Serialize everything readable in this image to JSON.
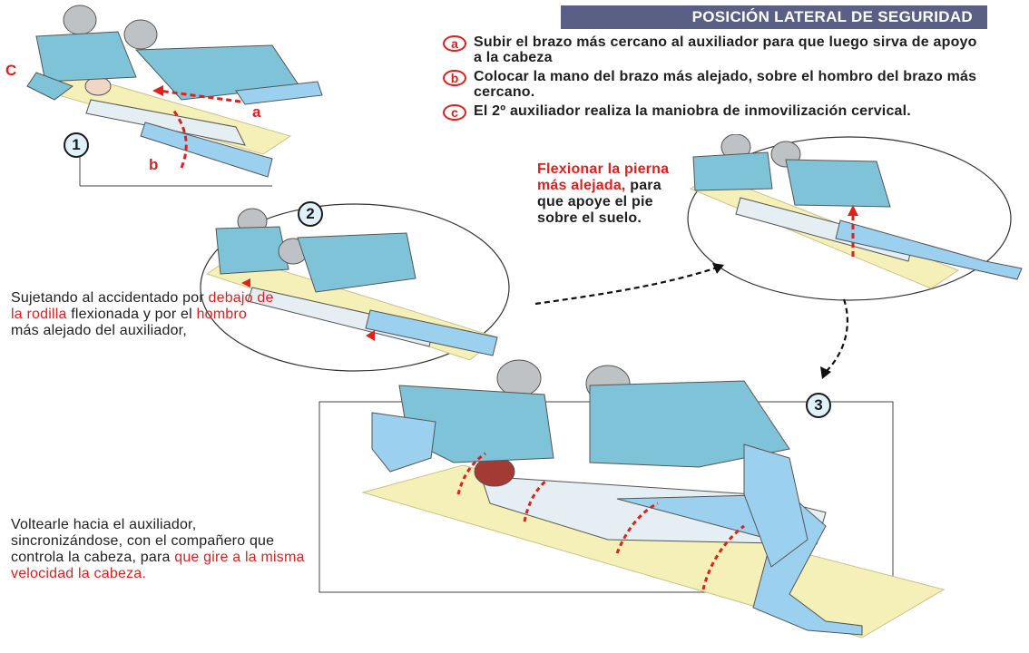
{
  "title": "POSICIÓN LATERAL DE SEGURIDAD",
  "steps": [
    {
      "letter": "a",
      "text": "Subir el brazo más cercano al auxiliador para que luego sirva de apoyo a la cabeza"
    },
    {
      "letter": "b",
      "text": "Colocar la mano del brazo más alejado, sobre el hombro del brazo más cercano."
    },
    {
      "letter": "c",
      "text": "El 2º auxiliador realiza la maniobra de inmovilización cervical."
    }
  ],
  "fig1": {
    "number": "1",
    "label_a": "a",
    "label_b": "b",
    "label_c": "C"
  },
  "fig2": {
    "number": "2"
  },
  "fig3": {
    "number": "3"
  },
  "caption_flex": {
    "red": "Flexionar la pierna más alejada,",
    "rest": " para que apoye el pie sobre el suelo."
  },
  "caption_hold": {
    "p1": "Sujetando al accidentado por ",
    "red1": "debajo de la rodilla",
    "p2": " flexionada y por el ",
    "red2": "hombro",
    "p3": " más alejado del auxiliador,"
  },
  "caption_turn": {
    "p1": "Voltearle hacia el auxiliador, sincronizándose, con el compañero que controla la cabeza, para ",
    "red": "que gire a la misma velocidad la cabeza."
  },
  "colors": {
    "accent": "#e0201b",
    "title_bg": "#5a5f86",
    "shirt": "#7fc3d8",
    "pants": "#9bd0ee",
    "mat": "#f4f0b8"
  }
}
